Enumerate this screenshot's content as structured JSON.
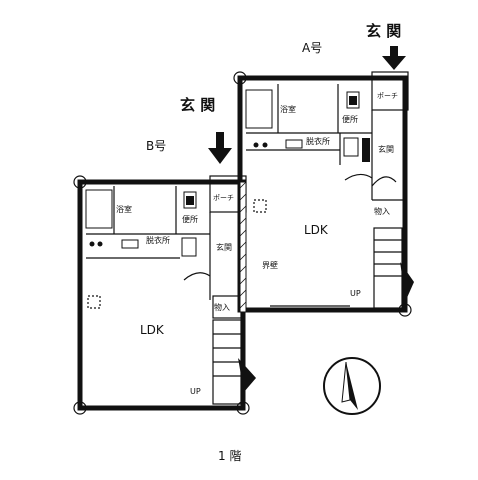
{
  "labels": {
    "entrance_a": "玄 関",
    "unit_a": "A号",
    "entrance_b": "玄 関",
    "unit_b": "B号",
    "a_bath": "浴室",
    "a_toilet": "便所",
    "a_porch": "ポーチ",
    "a_dressing": "脱衣所",
    "a_genkan": "玄関",
    "a_storage": "物入",
    "a_ldk": "LDK",
    "a_up": "UP",
    "b_bath": "浴室",
    "b_toilet": "便所",
    "b_porch": "ポーチ",
    "b_dressing": "脱衣所",
    "b_genkan": "玄関",
    "b_storage": "物入",
    "b_ldk": "LDK",
    "b_up": "UP",
    "party_wall": "界壁",
    "floor": "1 階"
  },
  "icons": {
    "arrow_a": "down-arrow-icon",
    "arrow_b": "down-arrow-icon",
    "north": "north-compass-icon"
  }
}
